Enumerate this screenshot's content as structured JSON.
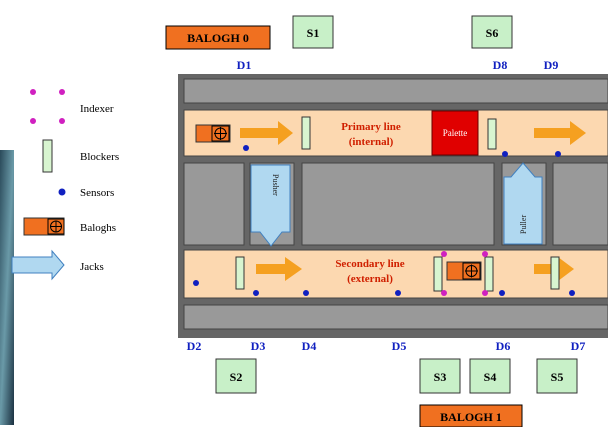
{
  "legend": {
    "indexer": "Indexer",
    "blockers": "Blockers",
    "sensors": "Sensors",
    "baloghs": "Baloghs",
    "jacks": "Jacks"
  },
  "baloghs": {
    "b0": "BALOGH 0",
    "b1": "BALOGH 1"
  },
  "stations": {
    "s1": "S1",
    "s2": "S2",
    "s3": "S3",
    "s4": "S4",
    "s5": "S5",
    "s6": "S6"
  },
  "detectors": {
    "d1": "D1",
    "d2": "D2",
    "d3": "D3",
    "d4": "D4",
    "d5": "D5",
    "d6": "D6",
    "d7": "D7",
    "d8": "D8",
    "d9": "D9"
  },
  "primary_line": {
    "line1": "Primary line",
    "line2": "(internal)"
  },
  "secondary_line": {
    "line1": "Secondary line",
    "line2": "(external)"
  },
  "palette": "Palette",
  "pusher": "Pusher",
  "puller": "Puller",
  "colors": {
    "belt": "#fcd8b0",
    "block": "#999999",
    "arrow": "#f5a020",
    "balogh": "#f07020",
    "station": "#c8f0c8",
    "blocker": "#d8f5d0",
    "sensor": "#1020c0",
    "indexer": "#d020c0",
    "palette": "#e00000",
    "jack": "#b0d8f0",
    "label_blue": "#1020c0",
    "label_red": "#d02000"
  }
}
